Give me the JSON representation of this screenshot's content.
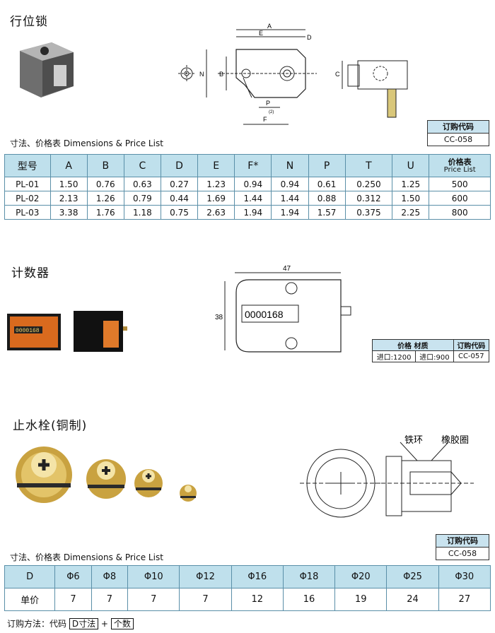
{
  "section1": {
    "title": "行位锁",
    "order": {
      "head": "订购代码",
      "code": "CC-058"
    },
    "diagram_labels": [
      "A",
      "E",
      "D",
      "N",
      "B",
      "P",
      "(2)",
      "F",
      "C"
    ],
    "caption": "寸法、价格表 Dimensions & Price List",
    "table": {
      "headers": [
        "型号",
        "A",
        "B",
        "C",
        "D",
        "E",
        "F*",
        "N",
        "P",
        "T",
        "U"
      ],
      "price_header_cn": "价格表",
      "price_header_en": "Price List",
      "rows": [
        [
          "PL-01",
          "1.50",
          "0.76",
          "0.63",
          "0.27",
          "1.23",
          "0.94",
          "0.94",
          "0.61",
          "0.250",
          "1.25",
          "500"
        ],
        [
          "PL-02",
          "2.13",
          "1.26",
          "0.79",
          "0.44",
          "1.69",
          "1.44",
          "1.44",
          "0.88",
          "0.312",
          "1.50",
          "600"
        ],
        [
          "PL-03",
          "3.38",
          "1.76",
          "1.18",
          "0.75",
          "2.63",
          "1.94",
          "1.94",
          "1.57",
          "0.375",
          "2.25",
          "800"
        ]
      ]
    }
  },
  "section2": {
    "title": "计数器",
    "dim_width": "47",
    "dim_height": "38",
    "counter_display": "0000168",
    "price_table": {
      "head_price": "价格 材质",
      "head_order": "订购代码",
      "cell1": "进口:1200",
      "cell2": "进口:900",
      "code": "CC-057"
    }
  },
  "section3": {
    "title": "止水栓(铜制)",
    "label_ring_iron": "铁环",
    "label_ring_rubber": "橡胶圈",
    "order": {
      "head": "订购代码",
      "code": "CC-058"
    },
    "caption": "寸法、价格表 Dimensions & Price List",
    "table": {
      "row1": [
        "D",
        "Φ6",
        "Φ8",
        "Φ10",
        "Φ12",
        "Φ16",
        "Φ18",
        "Φ20",
        "Φ25",
        "Φ30"
      ],
      "row2": [
        "单价",
        "7",
        "7",
        "7",
        "7",
        "12",
        "16",
        "19",
        "24",
        "27"
      ]
    },
    "order_method": {
      "label": "订购方法：代码",
      "box1": "D寸法",
      "plus": "+",
      "box2": "个数"
    }
  }
}
